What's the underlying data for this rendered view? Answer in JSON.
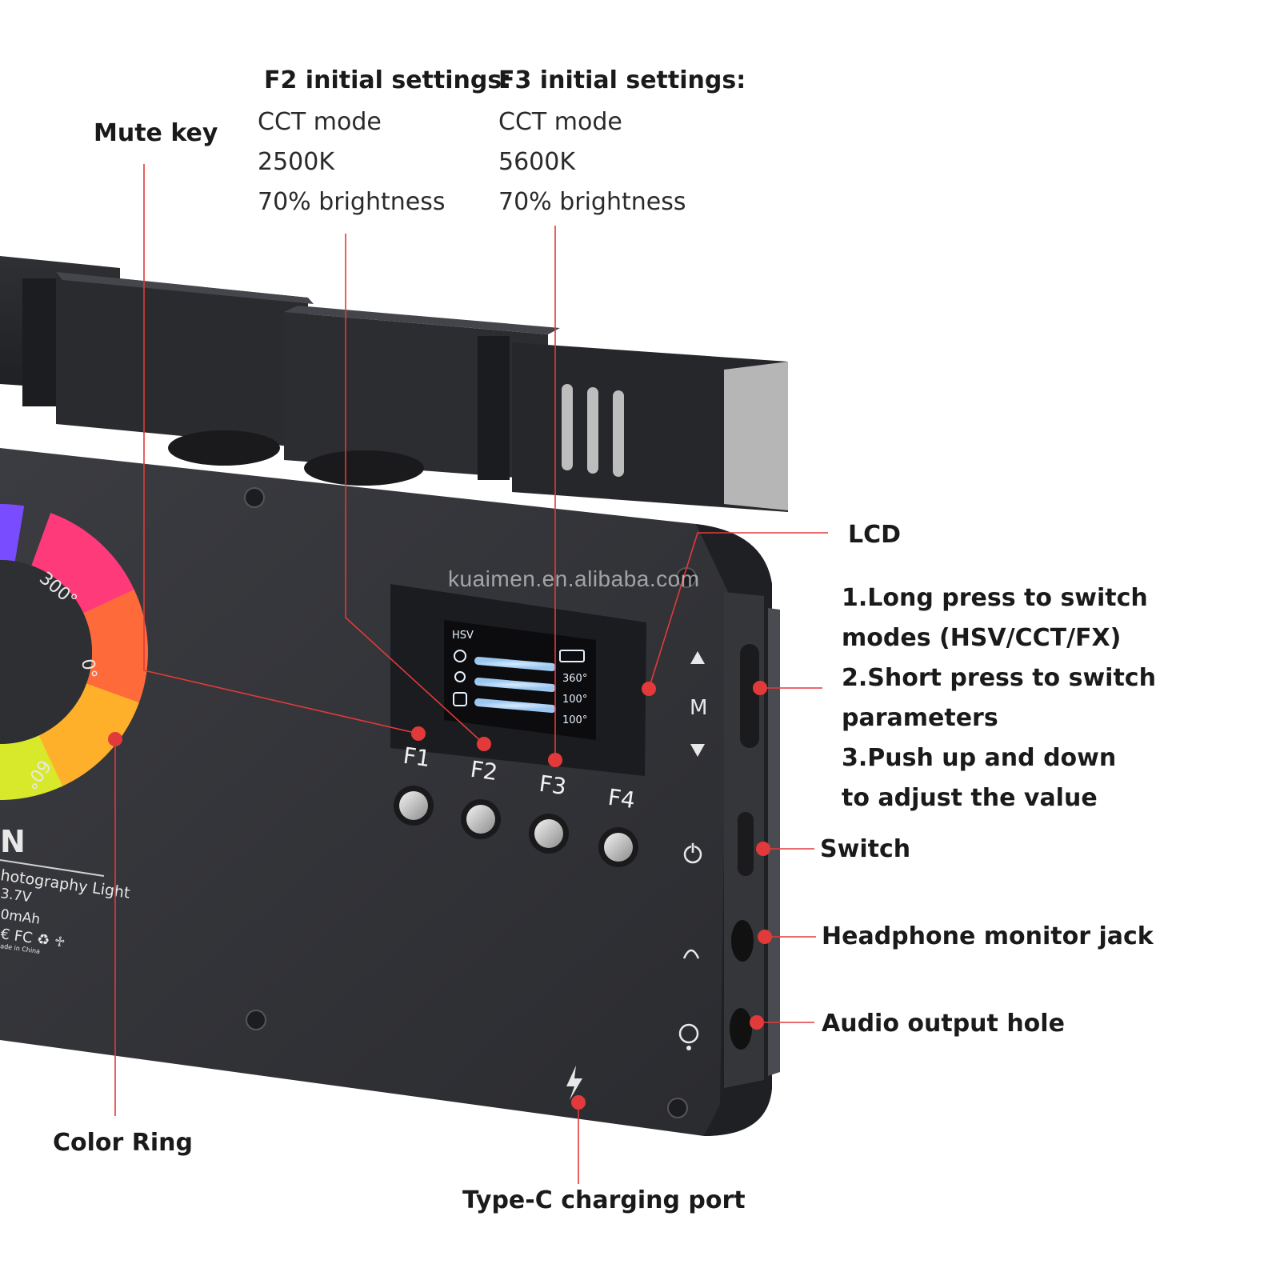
{
  "callouts": {
    "mute_key": "Mute key",
    "f2_title": "F2 initial settings:",
    "f2_lines": [
      "CCT mode",
      "2500K",
      "70% brightness"
    ],
    "f3_title": "F3 initial settings:",
    "f3_lines": [
      "CCT mode",
      "5600K",
      "70% brightness"
    ],
    "lcd": "LCD",
    "joystick_lines": [
      "1.Long press to switch",
      "modes (HSV/CCT/FX)",
      "2.Short press to switch",
      "parameters",
      "3.Push up and down",
      "to adjust the value"
    ],
    "switch": "Switch",
    "headphone": "Headphone monitor jack",
    "audio_out": "Audio output hole",
    "color_ring": "Color Ring",
    "type_c": "Type-C charging port"
  },
  "device": {
    "buttons": [
      "F1",
      "F2",
      "F3",
      "F4"
    ],
    "lcd_mode": "HSV",
    "lcd_values": [
      "360°",
      "100°",
      "100°"
    ],
    "ring_labels": [
      "300°",
      "0°",
      "60°"
    ],
    "joystick_m": "M",
    "brand_letter": "N",
    "product_line": "hotography Light",
    "voltage": "3.7V",
    "capacity": "0mAh",
    "cert": "€ FC ♻ ♱",
    "made_in": "ade in China",
    "watermark": "kuaimen.en.alibaba.com"
  },
  "colors": {
    "leader": "#e23a3a",
    "device_body": "#2b2c30",
    "device_face": "#3a3b40",
    "text": "#1a1a1a"
  }
}
